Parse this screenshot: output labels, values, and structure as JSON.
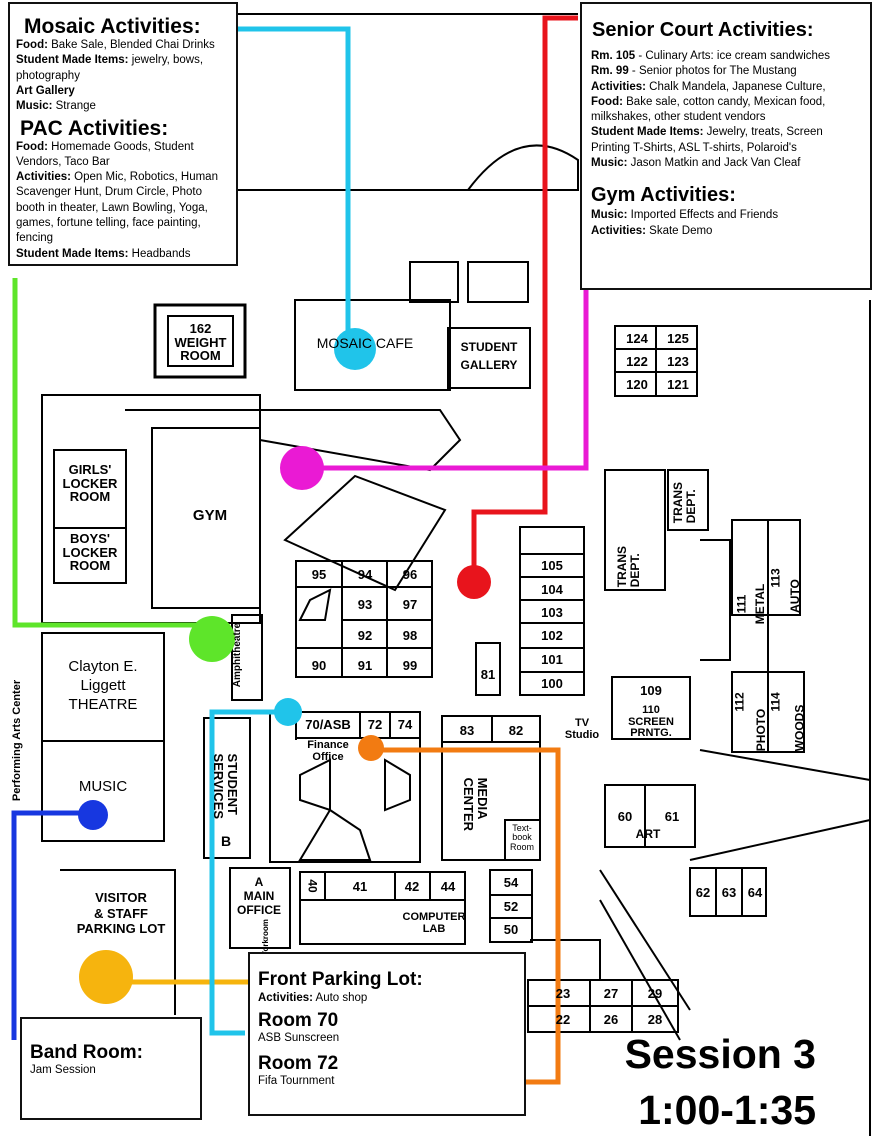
{
  "map": {
    "buildings": {
      "weight_room": "162\nWEIGHT\nROOM",
      "mosaic_cafe": "MOSAIC CAFE",
      "student_gallery": "STUDENT\nGALLERY",
      "girls_locker": "GIRLS'\nLOCKER\nROOM",
      "boys_locker": "BOYS'\nLOCKER\nROOM",
      "gym": "GYM",
      "amphitheatre": "Amphitheatre",
      "theatre": "Clayton E.\nLiggett\nTHEATRE",
      "music": "MUSIC",
      "performing_arts": "Performing Arts Center",
      "student_services": "STUDENT\nSERVICES",
      "finance_office": "Finance\nOffice",
      "main_office": "A\nMAIN\nOFFICE",
      "workroom": "Workroom",
      "media_center": "MEDIA\nCENTER",
      "textbook_room": "Text-\nbook\nRoom",
      "tv_studio": "TV\nStudio",
      "computer_lab": "COMPUTER\nLAB",
      "visitor_parking": "VISITOR\n& STAFF\nPARKING LOT",
      "trans_dept_1": "TRANS\nDEPT.",
      "trans_dept_2": "TRANS\nDEPT.",
      "metal": "METAL",
      "auto": "AUTO",
      "photo": "PHOTO",
      "woods": "WOODS",
      "screen_printing": "110\nSCREEN\nPRNTG.",
      "art": "ART",
      "label_b": "B"
    },
    "rooms": {
      "r124": "124",
      "r125": "125",
      "r122": "122",
      "r123": "123",
      "r120": "120",
      "r121": "121",
      "r95": "95",
      "r94": "94",
      "r96": "96",
      "r93": "93",
      "r97": "97",
      "r92": "92",
      "r98": "98",
      "r90": "90",
      "r91": "91",
      "r99": "99",
      "r105": "105",
      "r104": "104",
      "r103": "103",
      "r102": "102",
      "r101": "101",
      "r100": "100",
      "r81": "81",
      "r109": "109",
      "r111": "111",
      "r113": "113",
      "r112": "112",
      "r114": "114",
      "r70asb": "70/ASB",
      "r72": "72",
      "r74": "74",
      "r83": "83",
      "r82": "82",
      "r60": "60",
      "r61": "61",
      "r62": "62",
      "r63": "63",
      "r64": "64",
      "r40": "40",
      "r41": "41",
      "r42": "42",
      "r44": "44",
      "r54": "54",
      "r52": "52",
      "r50": "50",
      "r23": "23",
      "r27": "27",
      "r29": "29",
      "r22": "22",
      "r26": "26",
      "r28": "28"
    },
    "colors": {
      "mosaic": "#20c4ea",
      "senior": "#e8141c",
      "pac": "#5ee52a",
      "gym": "#ea1ad4",
      "band": "#1737e0",
      "front": "#f6b40e",
      "room72": "#f27b12"
    }
  },
  "mosaic_box": {
    "title": "Mosaic Activities:",
    "food_label": "Food:",
    "food": "Bake Sale, Blended Chai Drinks",
    "items_label": "Student Made Items",
    "items": "jewelry, bows, photography",
    "gallery": "Art Gallery",
    "music_label": "Music:",
    "music": "Strange",
    "pac_title": "PAC Activities:",
    "pac_food_label": "Food:",
    "pac_food": "Homemade Goods, Student Vendors, Taco Bar",
    "pac_act_label": "Activities:",
    "pac_act": "Open Mic, Robotics, Human Scavenger Hunt, Drum Circle, Photo booth in theater, Lawn Bowling, Yoga, games, fortune telling, face painting, fencing",
    "pac_items_label": "Student Made Items:",
    "pac_items": "Headbands"
  },
  "senior_box": {
    "title": "Senior Court Activities:",
    "rm105_label": "Rm. 105",
    "rm105": "- Culinary Arts: ice cream sandwiches",
    "rm99_label": "Rm. 99",
    "rm99": "- Senior photos for The Mustang",
    "act_label": "Activities:",
    "act": "Chalk Mandela, Japanese Culture,",
    "food_label": "Food:",
    "food": "Bake sale, cotton candy, Mexican food, milkshakes, other student vendors",
    "items_label": "Student Made Items:",
    "items": "Jewelry, treats, Screen Printing T-Shirts, ASL T-shirts, Polaroid's",
    "music_label": "Music:",
    "music": "Jason Matkin and Jack Van Cleaf",
    "gym_title": "Gym Activities:",
    "gym_music_label": "Music:",
    "gym_music": "Imported Effects and Friends",
    "gym_act_label": "Activities:",
    "gym_act": "Skate Demo"
  },
  "front_box": {
    "title": "Front Parking Lot:",
    "act_label": "Activities:",
    "act": "Auto shop",
    "room70_title": "Room 70",
    "room70": "ASB Sunscreen",
    "room72_title": "Room 72",
    "room72": "Fifa Tournment"
  },
  "band_box": {
    "title": "Band Room:",
    "text": "Jam Session"
  },
  "session": {
    "title": "Session 3",
    "time": "1:00-1:35"
  }
}
